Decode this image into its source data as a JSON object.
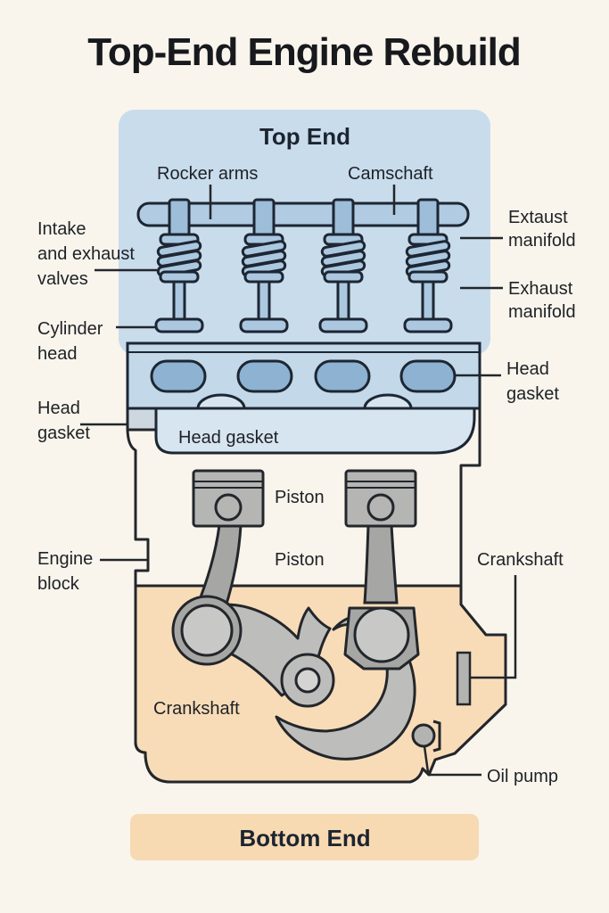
{
  "title": "Top-End Engine Rebuild",
  "sections": {
    "top_end": "Top End",
    "bottom_end": "Bottom End"
  },
  "labels": {
    "rocker_arms": "Rocker arms",
    "camshaft": "Camschaft",
    "intake_valves": [
      "Intake",
      "and exhaust",
      "valves"
    ],
    "cylinder_head": [
      "Cylinder",
      "head"
    ],
    "head_gasket_left": [
      "Head",
      "gasket"
    ],
    "engine_block": [
      "Engine",
      "block"
    ],
    "extaust_manifold": [
      "Extaust",
      "manifold"
    ],
    "exhaust_manifold": [
      "Exhaust",
      "manifold"
    ],
    "head_gasket_right": [
      "Head",
      "gasket"
    ],
    "head_gasket_inside": "Head gasket",
    "piston_upper": "Piston",
    "piston_lower": "Piston",
    "crankshaft_right": "Crankshaft",
    "crankshaft_inside": "Crankshaft",
    "oil_pump": "Oil pump"
  },
  "colors": {
    "background": "#f9f5ec",
    "top_end_panel": "#c8dcec",
    "metal_blue": "#abc8e0",
    "cam_bar_blue": "#b0cbe2",
    "tab_blue": "#9dbdd8",
    "cylinder_head_blue": "#c3d8e8",
    "port_blue": "#8db2d2",
    "gasket_blue": "#d7e5f1",
    "piston_gray": "#b5b5b3",
    "rod_gray": "#a6a6a4",
    "crank_gray": "#bdbdbb",
    "bearing_gray": "#c8c8c6",
    "crankcase_orange": "#f8dcb8",
    "banner_orange": "#f7d9b2",
    "outline_ink": "#23262b"
  }
}
